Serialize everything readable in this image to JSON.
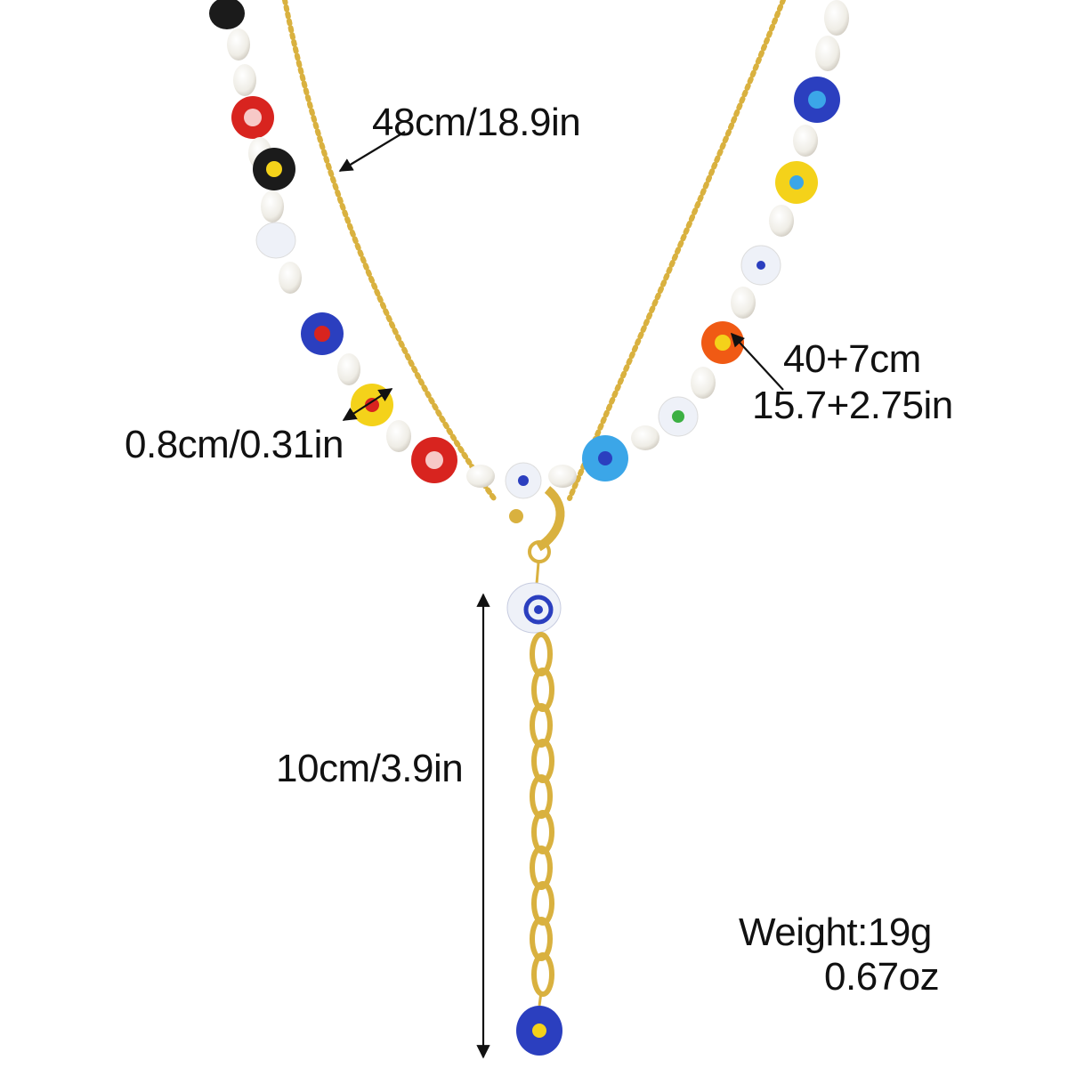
{
  "product": {
    "type": "layered beaded necklace with millefiori glass beads and pearls",
    "colors": {
      "gold": "#d9b13f",
      "gold_dark": "#a8822a",
      "pearl": "#f3f1ec",
      "bead_red": "#d8241f",
      "bead_blue": "#2b3fbf",
      "bead_yellow": "#f4d21a",
      "bead_black": "#1b1b1b",
      "bead_orange": "#f05a14",
      "bead_clear": "#eef1f8",
      "bead_light_blue": "#3ba6e8"
    }
  },
  "annotations": {
    "chain_length": "48cm/18.9in",
    "beaded_length_cm": "40+7cm",
    "beaded_length_in": "15.7+2.75in",
    "bead_size": "0.8cm/0.31in",
    "drop_length": "10cm/3.9in",
    "weight_g": "Weight:19g",
    "weight_oz": "0.67oz"
  }
}
